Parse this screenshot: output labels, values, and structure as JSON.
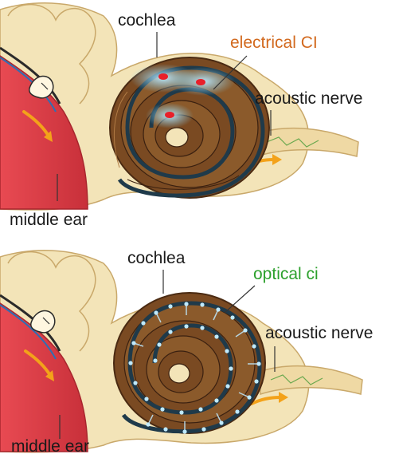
{
  "colors": {
    "tissue": "#f3e4b8",
    "tissue_edge": "#c9a86a",
    "middle_ear": "#dc3c46",
    "cochlea_brown": "#7a4a22",
    "cochlea_dark": "#4a2a12",
    "electrical_accent": "#d2691e",
    "optical_accent": "#2ca02c",
    "glow": "#7fd3f5",
    "arrow": "#f3a21a"
  },
  "panels": [
    {
      "labels": {
        "cochlea": "cochlea",
        "implant": "electrical CI",
        "nerve": "acoustic nerve",
        "middle_ear": "middle ear"
      },
      "implant_type": "electrical",
      "accent_color": "#d2691e"
    },
    {
      "labels": {
        "cochlea": "cochlea",
        "implant": "optical ci",
        "nerve": "acoustic nerve",
        "middle_ear": "middle ear"
      },
      "implant_type": "optical",
      "accent_color": "#2ca02c"
    }
  ]
}
